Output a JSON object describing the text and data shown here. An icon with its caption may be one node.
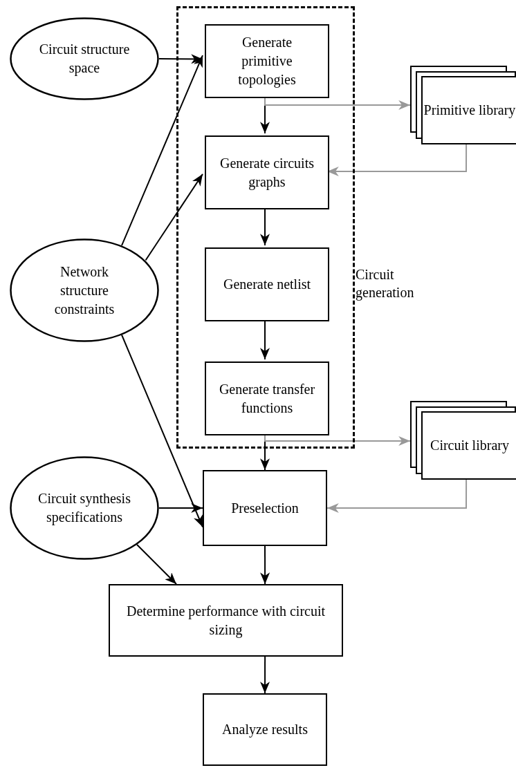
{
  "diagram": {
    "nodes": [
      {
        "text": [
          "Circuit generation"
        ]
      },
      {
        "text": [
          "Generate primitive topologies"
        ],
        "in": 0
      },
      {
        "text": [
          "Generate circuits graphs"
        ],
        "in": 0
      },
      {
        "text": [
          "Generate netlist"
        ],
        "in": 0
      },
      {
        "text": [
          "Generate transfer functions"
        ],
        "in": 0
      },
      {
        "text": [
          "Circuit structure space"
        ]
      },
      {
        "text": [
          "Primitive library"
        ]
      },
      {
        "text": [
          "Network structure constraints"
        ]
      },
      {
        "text": [
          "Circuit library"
        ]
      },
      {
        "text": [
          "Circuit synthesis specifications"
        ]
      },
      {
        "text": [
          "Preselection"
        ]
      },
      {
        "text": [
          "Determine performance with circuit sizing"
        ]
      },
      {
        "text": [
          "Analyze results"
        ]
      }
    ],
    "edges": [
      {
        "from": 5,
        "to": 1,
        "arrow": "to"
      },
      {
        "from": 7,
        "to": 1,
        "arrow": "to"
      },
      {
        "from": 7,
        "to": 2,
        "arrow": "to"
      },
      {
        "from": 7,
        "to": 10,
        "arrow": "to"
      },
      {
        "from": 1,
        "to": 2,
        "arrow": "to"
      },
      {
        "from": 2,
        "to": 3,
        "arrow": "to"
      },
      {
        "from": 3,
        "to": 4,
        "arrow": "to"
      },
      {
        "from": 4,
        "to": 10,
        "arrow": "to"
      },
      {
        "from": 1,
        "to": 6,
        "arrow": "to",
        "color": "#999999"
      },
      {
        "from": 6,
        "to": 2,
        "arrow": "to",
        "color": "#999999"
      },
      {
        "from": 4,
        "to": 8,
        "arrow": "to",
        "color": "#999999"
      },
      {
        "from": 8,
        "to": 10,
        "arrow": "to",
        "color": "#999999"
      },
      {
        "from": 9,
        "to": 10,
        "arrow": "to"
      },
      {
        "from": 9,
        "to": 11,
        "arrow": "to"
      },
      {
        "from": 10,
        "to": 11,
        "arrow": "to"
      },
      {
        "from": 11,
        "to": 12,
        "arrow": "to"
      }
    ]
  }
}
